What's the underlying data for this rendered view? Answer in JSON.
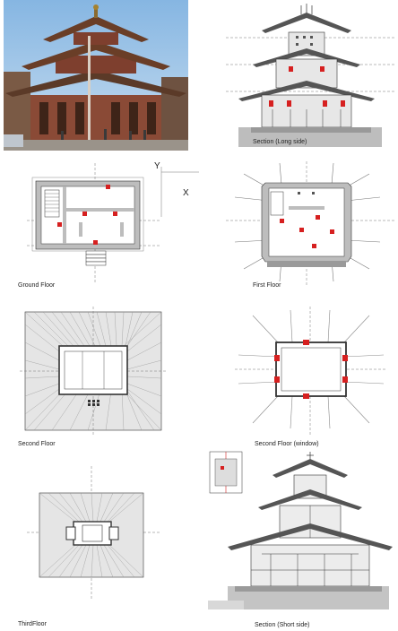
{
  "captions": {
    "section_long": "Section (Long side)",
    "ground_floor": "Ground Floor",
    "first_floor": "First Floor",
    "second_floor": "Second Floor",
    "second_floor_window": "Second Floor (window)",
    "third_floor": "ThirdFloor",
    "section_short": "Section (Short side)"
  },
  "axis_labels": {
    "y": "Y",
    "x": "X"
  },
  "colors": {
    "highlight": "#d62020",
    "wall": "#bdbdbd",
    "line": "#333333"
  }
}
